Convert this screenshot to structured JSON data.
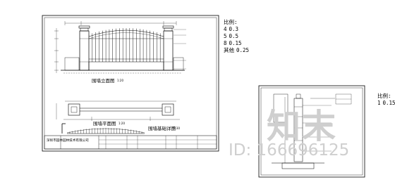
{
  "sheet1": {
    "titles": {
      "elevation": "围墙立面图",
      "elevation_scale": "1:20",
      "plan": "围墙平面图",
      "plan_scale": "1:20",
      "detail": "围墙基础详图",
      "detail_scale": "1:30"
    },
    "company": "深圳市园林园林技术有限公司",
    "pen_header": "比例:",
    "pen_widths": [
      {
        "pen": "4",
        "width": "0.3"
      },
      {
        "pen": "5",
        "width": "0.5"
      },
      {
        "pen": "8",
        "width": "0.15"
      },
      {
        "pen": "其他",
        "width": "0.25"
      }
    ]
  },
  "sheet2": {
    "pen_header": "比例:",
    "pen_widths": [
      {
        "pen": "1",
        "width": "0.15"
      }
    ]
  },
  "watermark": {
    "logo": "知末",
    "id_text": "ID: 166696125"
  },
  "colors": {
    "line": "#000000",
    "watermark": "#cfcfcf"
  }
}
